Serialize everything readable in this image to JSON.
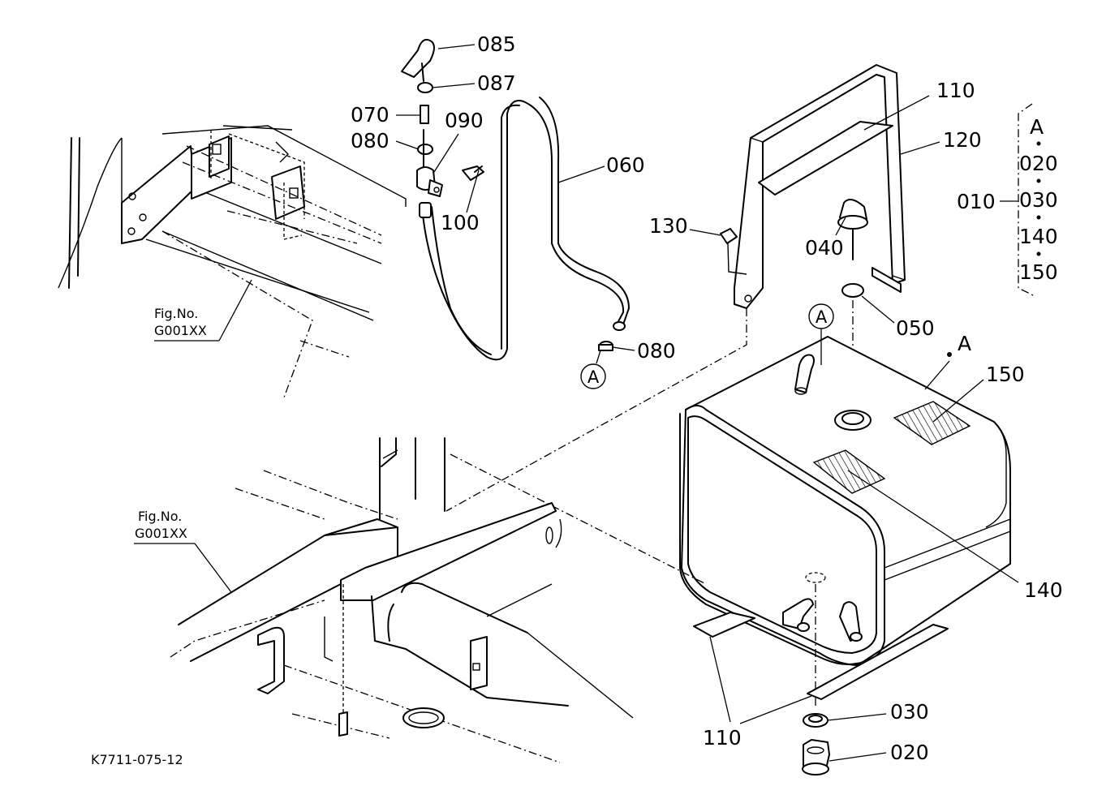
{
  "drawing_id": "K7711-075-12",
  "fig_refs": [
    {
      "line1": "Fig.No.",
      "line2": "G001XX"
    },
    {
      "line1": "Fig.No.",
      "line2": "G001XX"
    }
  ],
  "parts": {
    "p085": "085",
    "p087": "087",
    "p070": "070",
    "p090": "090",
    "p080a": "080",
    "p100": "100",
    "p060": "060",
    "p080b": "080",
    "p110a": "110",
    "p120": "120",
    "p130": "130",
    "p040": "040",
    "p050": "050",
    "p150": "150",
    "p140": "140",
    "p030": "030",
    "p020": "020",
    "p110b": "110"
  },
  "ref_markers": {
    "circle1": "A",
    "circle2": "A",
    "point_a": "A"
  },
  "assembly": {
    "number": "010",
    "header": "A",
    "items": [
      "020",
      "030",
      "140",
      "150"
    ]
  }
}
